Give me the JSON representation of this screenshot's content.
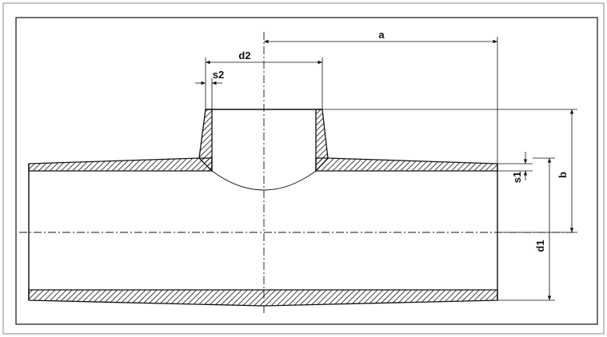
{
  "drawing": {
    "labels": {
      "a": "a",
      "d2": "d2",
      "s2": "s2",
      "s1": "s1",
      "b": "b",
      "d1": "d1"
    },
    "colors": {
      "line": "#111111",
      "frame": "#8a8a8a",
      "background": "#ffffff"
    }
  }
}
